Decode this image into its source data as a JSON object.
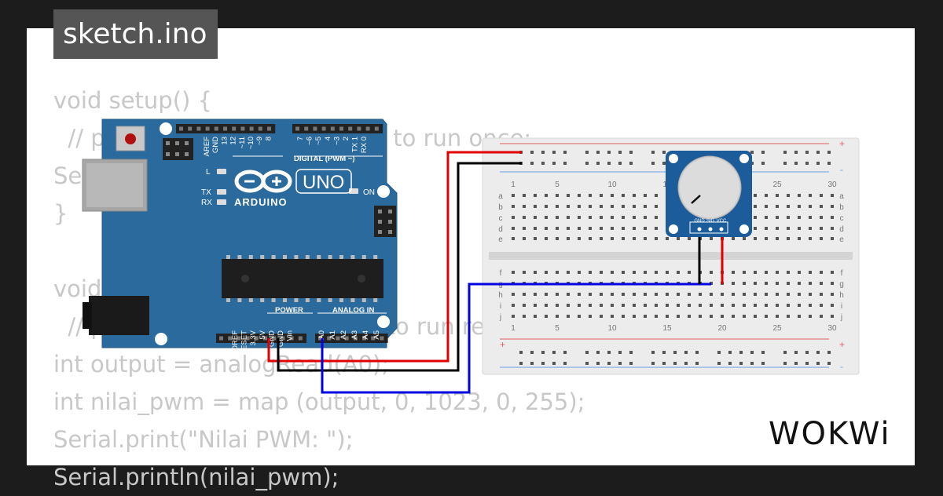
{
  "file_tab": "sketch.ino",
  "code_lines": [
    "void setup() {",
    "  // put your setup code here, to run once:",
    "Serial.begin(9600);",
    "}",
    "",
    "void loop() {",
    "  // put your main code here, to run repeatedly:",
    "int output = analogRead(A0);",
    "int nilai_pwm = map (output, 0, 1023, 0, 255);",
    "Serial.print(\"Nilai PWM: \");",
    "Serial.println(nilai_pwm);"
  ],
  "arduino": {
    "brand": "ARDUINO",
    "model": "UNO",
    "digital_header": "DIGITAL (PWM ~)",
    "led_l": "L",
    "led_tx": "TX",
    "led_rx": "RX",
    "on_label": "ON",
    "power_label": "POWER",
    "analog_label": "ANALOG IN",
    "power_pins": [
      "IOREF",
      "RESET",
      "3.3V",
      "5V",
      "GND",
      "GND",
      "Vin"
    ],
    "analog_pins": [
      "A0",
      "A1",
      "A2",
      "A3",
      "A4",
      "A5"
    ],
    "digital_pins_a": [
      "AREF",
      "GND",
      "13",
      "12",
      "~11",
      "~10",
      "~9",
      "8"
    ],
    "digital_pins_b": [
      "7",
      "~6",
      "~5",
      "4",
      "~3",
      "2",
      "TX 1",
      "RX 0"
    ]
  },
  "breadboard": {
    "column_numbers": [
      "1",
      "5",
      "10",
      "15",
      "20",
      "25",
      "30"
    ],
    "rows_top": [
      "a",
      "b",
      "c",
      "d",
      "e"
    ],
    "rows_bottom": [
      "f",
      "g",
      "h",
      "i",
      "j"
    ],
    "plus": "+",
    "minus": "-"
  },
  "potentiometer": {
    "pin_labels": [
      "GND",
      "SIG",
      "VCC"
    ]
  },
  "brand_logo": "WOKWi",
  "colors": {
    "board": "#2b6a9c",
    "wire_red": "#e00000",
    "wire_black": "#000000",
    "wire_blue": "#0000e0",
    "pot_body": "#1d5c9b"
  }
}
